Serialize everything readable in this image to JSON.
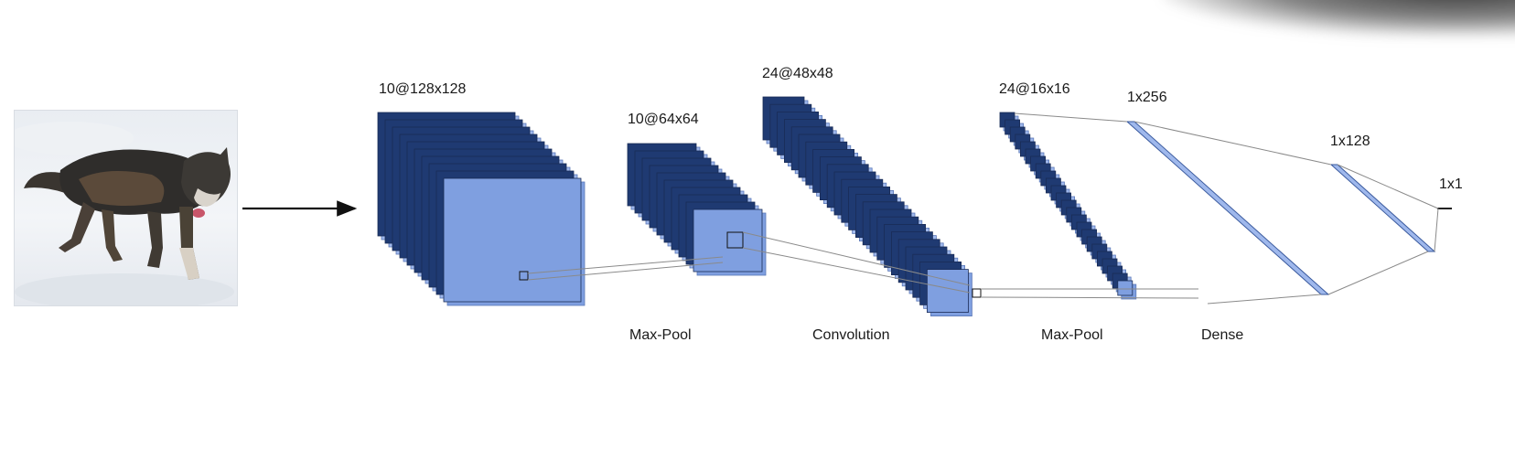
{
  "layers": [
    {
      "label": "10@128x128"
    },
    {
      "label": "10@64x64"
    },
    {
      "label": "24@48x48"
    },
    {
      "label": "24@16x16"
    },
    {
      "label": "1x256"
    },
    {
      "label": "1x128"
    },
    {
      "label": "1x1"
    }
  ],
  "operations": [
    "Max-Pool",
    "Convolution",
    "Max-Pool",
    "Dense"
  ],
  "input_image": {
    "subject": "wolf in snow"
  },
  "colors": {
    "dark_blue": "#1f3a72",
    "mid_blue": "#3e62a8",
    "light_blue": "#9fb8ec",
    "face_blue": "#7f9fe0",
    "line_gray": "#8a8a8a"
  }
}
